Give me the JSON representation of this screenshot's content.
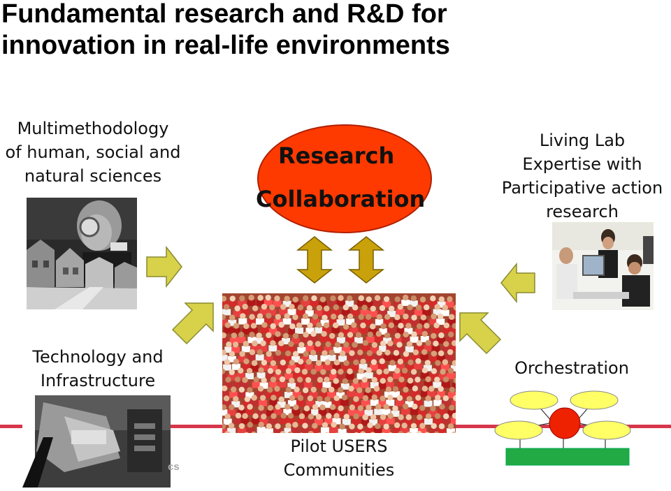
{
  "title": {
    "line1": "Fundamental research and R&D for",
    "line2": "innovation in real-life environments"
  },
  "center": {
    "line1": "Research",
    "line2": "Collaboration"
  },
  "left_top": {
    "line1": "Multimethodology",
    "line2": "of human, social and",
    "line3": "natural sciences"
  },
  "right_top": {
    "line1": "Living Lab",
    "line2": "Expertise with",
    "line3": "Participative action",
    "line4": "research"
  },
  "left_bottom": {
    "line1": "Technology and",
    "line2": "Infrastructure",
    "faded_text": "cs"
  },
  "right_bottom": {
    "label": "Orchestration"
  },
  "bottom_center": {
    "line1": "Pilot USERS",
    "line2": "Communities"
  },
  "colors": {
    "arrow_fill": "#d7d24a",
    "arrow_stroke": "#8a8a30",
    "double_arrow_fill": "#c9a10a",
    "ellipse_fill": "#ff3a00",
    "red_line": "#d8364a",
    "node_yellow": "#ffff66",
    "node_red": "#ee2200",
    "base_green": "#22aa44"
  }
}
